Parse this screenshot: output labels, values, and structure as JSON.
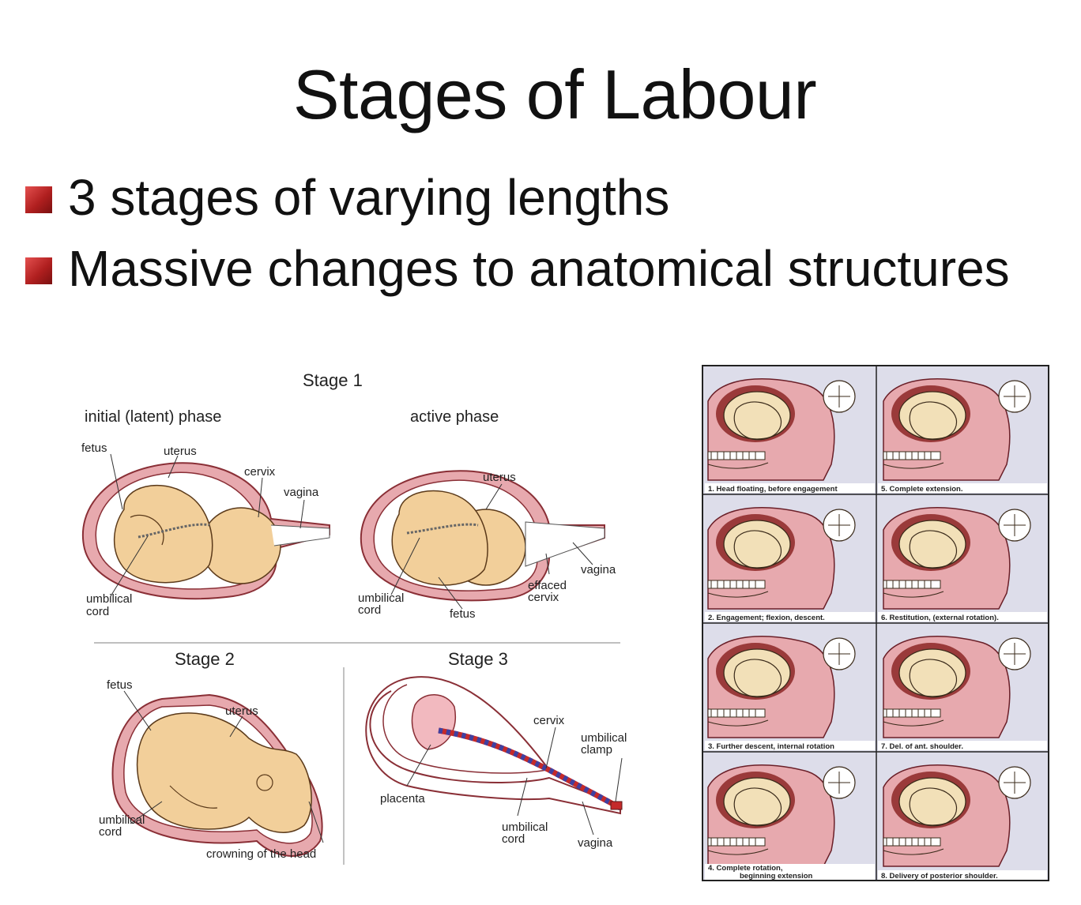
{
  "title": "Stages of Labour",
  "bullets": [
    "3 stages of varying lengths",
    "Massive changes to anatomical structures"
  ],
  "stages_figure": {
    "stage1": {
      "heading": "Stage 1",
      "latent": {
        "phase": "initial (latent) phase",
        "labels": {
          "fetus": "fetus",
          "uterus": "uterus",
          "cervix": "cervix",
          "vagina": "vagina",
          "cord_1": "umbilical",
          "cord_2": "cord"
        }
      },
      "active": {
        "phase": "active phase",
        "labels": {
          "uterus": "uterus",
          "vagina": "vagina",
          "effaced_1": "effaced",
          "effaced_2": "cervix",
          "cord_1": "umbilical",
          "cord_2": "cord",
          "fetus": "fetus"
        }
      }
    },
    "stage2": {
      "heading": "Stage 2",
      "labels": {
        "fetus": "fetus",
        "uterus": "uterus",
        "cord_1": "umbilical",
        "cord_2": "cord",
        "crowning": "crowning of the head"
      }
    },
    "stage3": {
      "heading": "Stage 3",
      "labels": {
        "cervix": "cervix",
        "clamp_1": "umbilical",
        "clamp_2": "clamp",
        "placenta": "placenta",
        "cord_1": "umbilical",
        "cord_2": "cord",
        "vagina": "vagina"
      }
    }
  },
  "mechanism_panels": {
    "p1": {
      "line1": "1.  Head floating, before engagement"
    },
    "p5": {
      "line1": "5.  Complete extension."
    },
    "p2": {
      "line1": "2.  Engagement; flexion, descent."
    },
    "p6": {
      "line1": "6.  Restitution, (external rotation)."
    },
    "p3": {
      "line1": "3.  Further descent, internal rotation"
    },
    "p7": {
      "line1": "7.  Del. of ant. shoulder."
    },
    "p4": {
      "line1": "4.  Complete rotation,",
      "line2": "beginning extension"
    },
    "p8": {
      "line1": "8.  Delivery of posterior shoulder."
    }
  },
  "colors": {
    "bullet_red": "#b01f1f",
    "fetus_skin": "#f2cf9a",
    "uterus_pink": "#e7a9ae",
    "uterus_outline": "#8a2f36",
    "panel_bg": "#ddddea",
    "cord_red": "#c42a2a",
    "cord_blue": "#4040a0"
  }
}
